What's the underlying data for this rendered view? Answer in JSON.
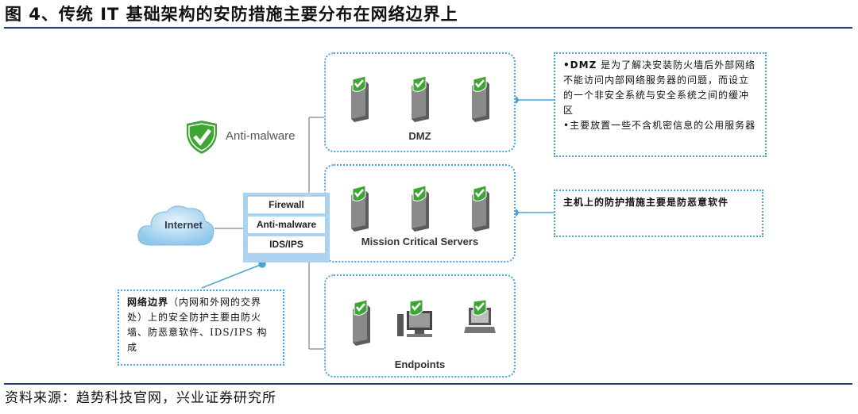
{
  "header": {
    "title": "图 4、传统 IT 基础架构的安防措施主要分布在网络边界上"
  },
  "footer": {
    "source": "资料来源：趋势科技官网，兴业证券研究所"
  },
  "diagram": {
    "internet_label": "Internet",
    "anti_malware_label": "Anti-malware",
    "firewall_stack": [
      "Firewall",
      "Anti-malware",
      "IDS/IPS"
    ],
    "zones": {
      "dmz": "DMZ",
      "mission_critical": "Mission Critical Servers",
      "endpoints": "Endpoints"
    },
    "notes": {
      "dmz_line1_bold": "•DMZ",
      "dmz_line1_rest": " 是为了解决安装防火墙后外部网络不能访问内部网络服务器的问题，而设立的一个非安全系统与安全系统之间的缓冲区",
      "dmz_line2": "•主要放置一些不含机密信息的公用服务器",
      "host": "主机上的防护措施主要是防恶意软件",
      "boundary_bold": "网络边界",
      "boundary_rest": "（内网和外网的交界处）上的安全防护主要由防火墙、防恶意软件、IDS/IPS 构成"
    },
    "colors": {
      "accent": "#4aa3d8",
      "shield": "#3fa535",
      "server": "#6b6b6b",
      "firewall": "#a9d3ee",
      "rule": "#1f3a6e"
    },
    "icons": [
      "shield-check-icon",
      "server-icon",
      "desktop-icon",
      "laptop-icon",
      "cloud-icon"
    ]
  }
}
